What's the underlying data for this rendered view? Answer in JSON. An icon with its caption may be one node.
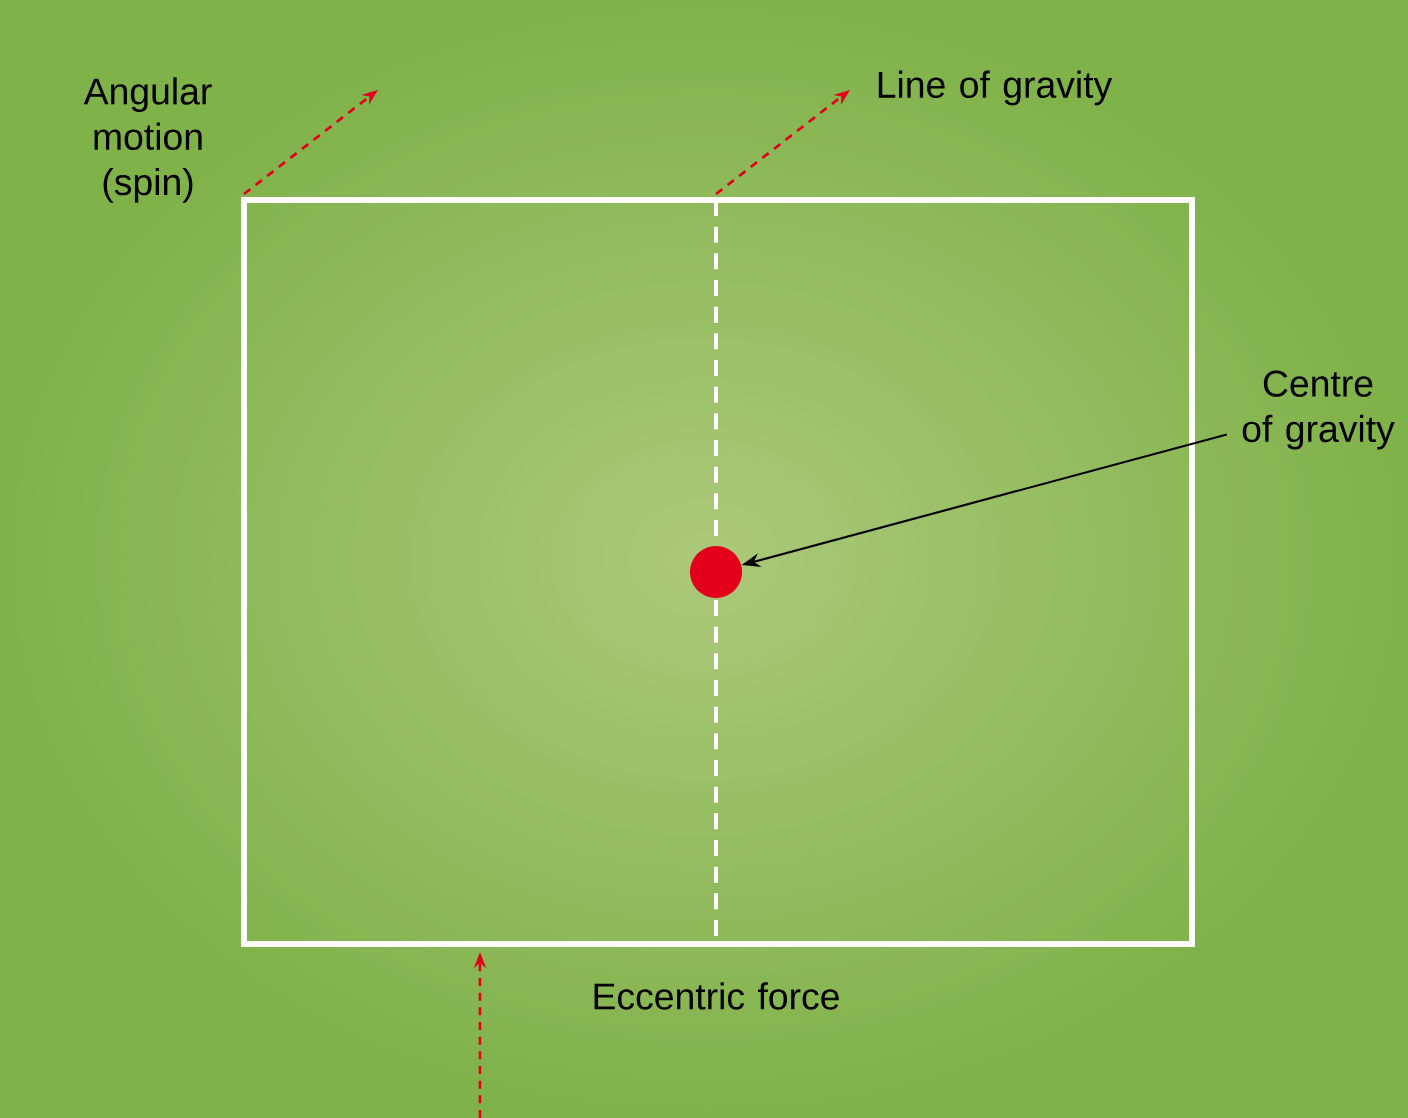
{
  "diagram": {
    "nodes": [
      {
        "text": [
          "Angular motion (spin)"
        ]
      },
      {
        "text": [
          "Line of gravity"
        ]
      },
      {
        "text": [
          "Centre of gravity"
        ]
      },
      {
        "text": [],
        "shape": "circle"
      },
      {
        "text": [
          "Eccentric force"
        ]
      }
    ],
    "edges": [
      {
        "from": 2,
        "to": 3,
        "arrow": "to"
      }
    ]
  }
}
